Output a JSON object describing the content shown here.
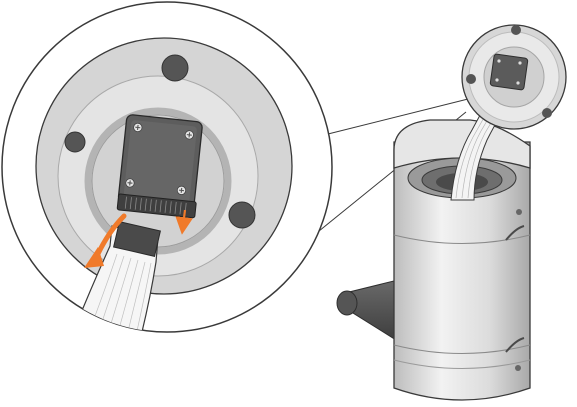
{
  "figure": {
    "type": "assembly-illustration",
    "steps_shown": [
      "camera-board-on-lid",
      "ribbon-cable-disconnect"
    ],
    "colors": {
      "outline": "#3a3a3a",
      "body_light": "#f0f0f0",
      "body_mid": "#d8d8d8",
      "body_dark": "#a8a8a8",
      "lid_face": "#cfcfcf",
      "ring": "#b8b8b8",
      "pcb": "#5b5b5b",
      "pcb_dark": "#3c3c3c",
      "cable": "#f2f2f2",
      "handle": "#4d4d4d",
      "arrow": "#f07a2a"
    },
    "icons": {
      "direction_arrow": "curved-arrow-icon",
      "small_arrow": "down-arrow-icon"
    }
  }
}
